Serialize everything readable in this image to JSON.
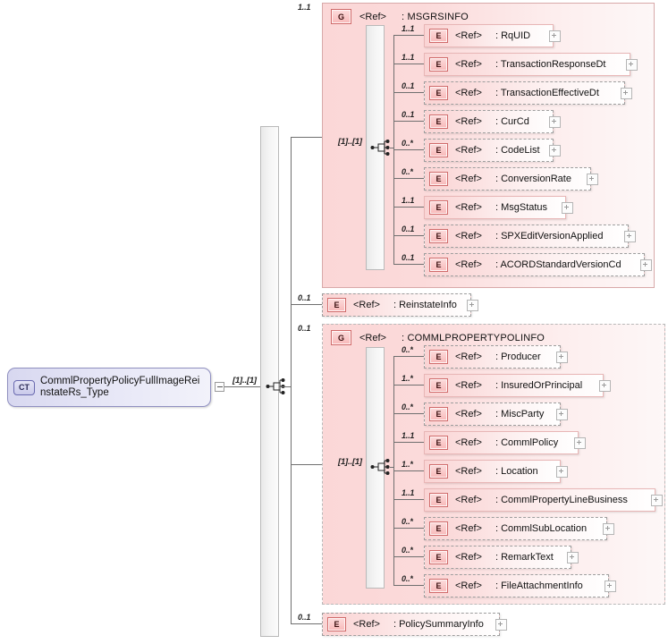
{
  "diagram": {
    "kind": "xsd-schema-diagram",
    "root": {
      "badge": "CT",
      "label": "CommlPropertyPolicyFullImageReinstateRs_Type",
      "occurrence": "[1]..[1]",
      "toggle": "collapse"
    },
    "ref_label": "<Ref>",
    "compositor": "sequence",
    "children": [
      {
        "node_type": "group",
        "badge": "G",
        "ref": "<Ref>",
        "name": ": MSGRSINFO",
        "occurrence": "1..1",
        "required": true,
        "inner_occurrence": "[1]..[1]",
        "members": [
          {
            "badge": "E",
            "ref": "<Ref>",
            "name": ": RqUID",
            "occurrence": "1..1",
            "required": true
          },
          {
            "badge": "E",
            "ref": "<Ref>",
            "name": ": TransactionResponseDt",
            "occurrence": "1..1",
            "required": true
          },
          {
            "badge": "E",
            "ref": "<Ref>",
            "name": ": TransactionEffectiveDt",
            "occurrence": "0..1",
            "required": false
          },
          {
            "badge": "E",
            "ref": "<Ref>",
            "name": ": CurCd",
            "occurrence": "0..1",
            "required": false
          },
          {
            "badge": "E",
            "ref": "<Ref>",
            "name": ": CodeList",
            "occurrence": "0..*",
            "required": false
          },
          {
            "badge": "E",
            "ref": "<Ref>",
            "name": ": ConversionRate",
            "occurrence": "0..*",
            "required": false
          },
          {
            "badge": "E",
            "ref": "<Ref>",
            "name": ": MsgStatus",
            "occurrence": "1..1",
            "required": true
          },
          {
            "badge": "E",
            "ref": "<Ref>",
            "name": ": SPXEditVersionApplied",
            "occurrence": "0..1",
            "required": false
          },
          {
            "badge": "E",
            "ref": "<Ref>",
            "name": ": ACORDStandardVersionCd",
            "occurrence": "0..1",
            "required": false
          }
        ]
      },
      {
        "node_type": "element",
        "badge": "E",
        "ref": "<Ref>",
        "name": ": ReinstateInfo",
        "occurrence": "0..1",
        "required": false
      },
      {
        "node_type": "group",
        "badge": "G",
        "ref": "<Ref>",
        "name": ": COMMLPROPERTYPOLINFO",
        "occurrence": "0..1",
        "required": false,
        "inner_occurrence": "[1]..[1]",
        "members": [
          {
            "badge": "E",
            "ref": "<Ref>",
            "name": ": Producer",
            "occurrence": "0..*",
            "required": false
          },
          {
            "badge": "E",
            "ref": "<Ref>",
            "name": ": InsuredOrPrincipal",
            "occurrence": "1..*",
            "required": true
          },
          {
            "badge": "E",
            "ref": "<Ref>",
            "name": ": MiscParty",
            "occurrence": "0..*",
            "required": false
          },
          {
            "badge": "E",
            "ref": "<Ref>",
            "name": ": CommlPolicy",
            "occurrence": "1..1",
            "required": true
          },
          {
            "badge": "E",
            "ref": "<Ref>",
            "name": ": Location",
            "occurrence": "1..*",
            "required": true
          },
          {
            "badge": "E",
            "ref": "<Ref>",
            "name": ": CommlPropertyLineBusiness",
            "occurrence": "1..1",
            "required": true
          },
          {
            "badge": "E",
            "ref": "<Ref>",
            "name": ": CommlSubLocation",
            "occurrence": "0..*",
            "required": false
          },
          {
            "badge": "E",
            "ref": "<Ref>",
            "name": ": RemarkText",
            "occurrence": "0..*",
            "required": false
          },
          {
            "badge": "E",
            "ref": "<Ref>",
            "name": ": FileAttachmentInfo",
            "occurrence": "0..*",
            "required": false
          }
        ]
      },
      {
        "node_type": "element",
        "badge": "E",
        "ref": "<Ref>",
        "name": ": PolicySummaryInfo",
        "occurrence": "0..1",
        "required": false
      }
    ]
  },
  "colors": {
    "group_fill": "#fbd7d7",
    "element_fill": "#fad4d4",
    "badge_border": "#d06a6a",
    "ct_fill": "#d8d8f0",
    "ct_border": "#8f8fc0",
    "connector": "#6f6f6f"
  }
}
